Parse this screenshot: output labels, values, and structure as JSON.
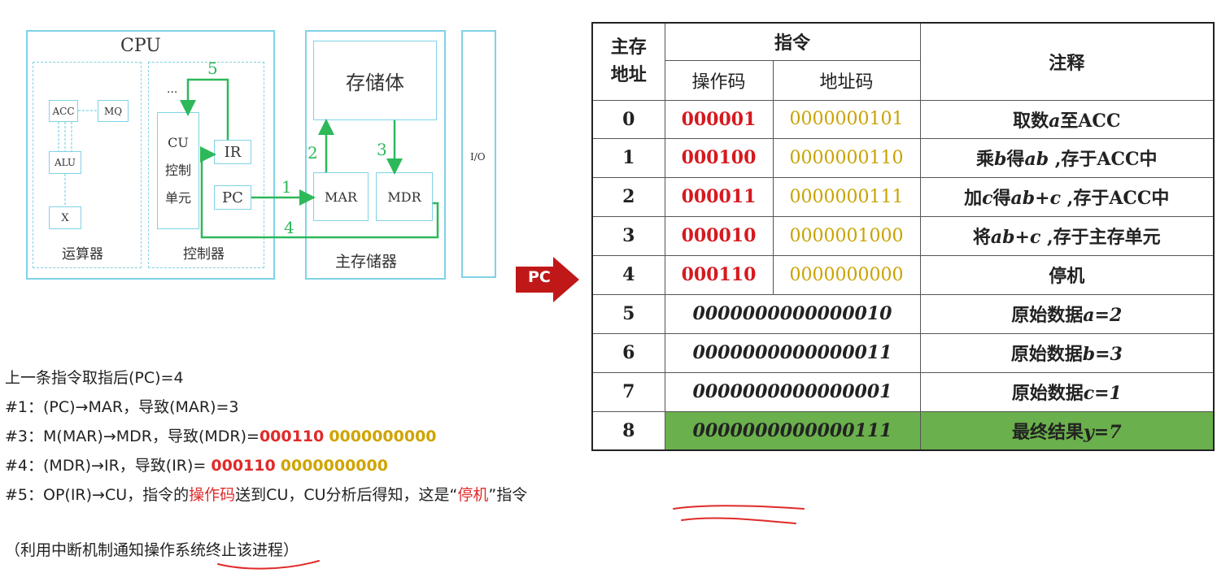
{
  "cpu": {
    "title": "CPU",
    "alu_group_label": "运算器",
    "ctrl_group_label": "控制器",
    "acc": "ACC",
    "mq": "MQ",
    "alu": "ALU",
    "x": "X",
    "cu_lines": [
      "CU",
      "控制",
      "单元"
    ],
    "ir": "IR",
    "pc": "PC",
    "dots": "..."
  },
  "memory": {
    "title": "主存储器",
    "storage": "存储体",
    "mar": "MAR",
    "mdr": "MDR"
  },
  "io": "I/O",
  "steps": [
    "1",
    "2",
    "3",
    "4",
    "5"
  ],
  "pc_pointer": "PC",
  "table": {
    "h_addr": [
      "主存",
      "地址"
    ],
    "h_instr": "指令",
    "h_op": "操作码",
    "h_adr": "地址码",
    "h_note": "注释",
    "instr_rows": [
      {
        "addr": "0",
        "op": "000001",
        "adr": "0000000101",
        "note_pre": "取数",
        "note_var": "a",
        "note_post": "至ACC"
      },
      {
        "addr": "1",
        "op": "000100",
        "adr": "0000000110",
        "note_pre": "乘",
        "note_var": "b",
        "note_mid": "得",
        "note_var2": "ab",
        "note_post": " ,存于ACC中"
      },
      {
        "addr": "2",
        "op": "000011",
        "adr": "0000000111",
        "note_pre": "加",
        "note_var": "c",
        "note_mid": "得",
        "note_var2": "ab+c",
        "note_post": "  ,存于ACC中"
      },
      {
        "addr": "3",
        "op": "000010",
        "adr": "0000001000",
        "note_pre": "将",
        "note_var": "ab+c",
        "note_post": " ,存于主存单元"
      },
      {
        "addr": "4",
        "op": "000110",
        "adr": "0000000000",
        "note_pre": "停机"
      }
    ],
    "data_rows": [
      {
        "addr": "5",
        "value": "0000000000000010",
        "note_pre": "原始数据",
        "note_var": "a=2"
      },
      {
        "addr": "6",
        "value": "0000000000000011",
        "note_pre": "原始数据",
        "note_var": "b=3"
      },
      {
        "addr": "7",
        "value": "0000000000000001",
        "note_pre": "原始数据",
        "note_var": "c=1"
      },
      {
        "addr": "8",
        "value": "0000000000000111",
        "note_pre": "最终结果",
        "note_var": "y=7"
      }
    ]
  },
  "notes": {
    "l0": "上一条指令取指后(PC)=4",
    "l1": "#1：(PC)→MAR，导致(MAR)=3",
    "l3_pre": "#3：M(MAR)→MDR，导致(MDR)=",
    "l3_op": "000110",
    "l3_adr": "0000000000",
    "l4_pre": "#4：(MDR)→IR，导致(IR)= ",
    "l4_op": "000110",
    "l4_adr": "0000000000",
    "l5_pre": "#5：OP(IR)→CU，指令的",
    "l5_red": "操作码",
    "l5_mid": "送到CU，CU分析后得知，这是“",
    "l5_red2": "停机",
    "l5_post": "”指令",
    "l6": "（利用中断机制通知操作系统终止该进程）"
  },
  "colors": {
    "op": "#d6191f",
    "adr": "#c9a200",
    "highlight": "#6ab04c",
    "wire": "#2db85a",
    "frame": "#7fd3e6"
  }
}
